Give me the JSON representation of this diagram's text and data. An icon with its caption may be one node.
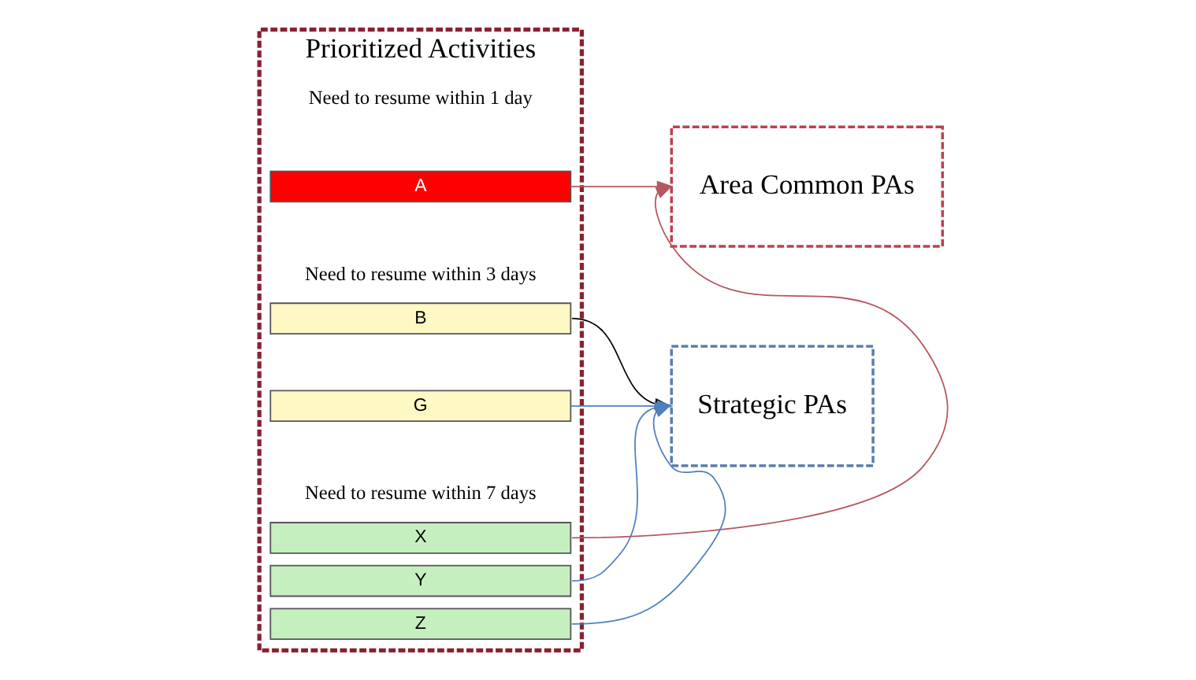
{
  "diagram": {
    "nodes": [
      {
        "text": [
          "Prioritized Activities"
        ]
      },
      {
        "text": [
          "A"
        ],
        "in": 0
      },
      {
        "text": [
          "B"
        ],
        "in": 0
      },
      {
        "text": [
          "G"
        ],
        "in": 0
      },
      {
        "text": [
          "X"
        ],
        "in": 0
      },
      {
        "text": [
          "Y"
        ],
        "in": 0
      },
      {
        "text": [
          "Z"
        ],
        "in": 0
      },
      {
        "text": [
          "Area Common PAs"
        ]
      },
      {
        "text": [
          "Strategic PAs"
        ]
      }
    ],
    "edges": [
      {
        "from": 1,
        "to": 7,
        "arrow": "to",
        "color": "#b5575f"
      },
      {
        "from": 2,
        "to": 8,
        "arrow": "to",
        "color": "#000000"
      },
      {
        "from": 3,
        "to": 8,
        "arrow": "to"
      },
      {
        "from": 4,
        "to": 7,
        "arrow": "to",
        "color": "#b5575f"
      },
      {
        "from": 5,
        "to": 8,
        "arrow": "to"
      },
      {
        "from": 6,
        "to": 8,
        "arrow": "to"
      }
    ],
    "labels": [
      "Need to resume within 1 day",
      "Need to resume within 3 days",
      "Need to resume within 7 days"
    ]
  }
}
